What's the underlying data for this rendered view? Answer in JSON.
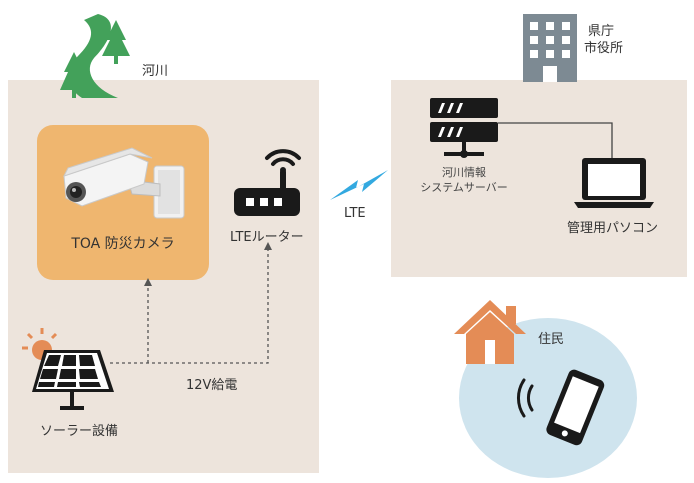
{
  "river_area": {
    "label": "河川",
    "camera_box_label": "TOA 防災カメラ",
    "router_label": "LTEルーター",
    "solar_label": "ソーラー設備",
    "power_label": "12V給電"
  },
  "office_area": {
    "building_label_line1": "県庁",
    "building_label_line2": "市役所",
    "server_label_line1": "河川情報",
    "server_label_line2": "システムサーバー",
    "pc_label": "管理用パソコン"
  },
  "link_label": "LTE",
  "resident_area": {
    "label": "住民"
  },
  "colors": {
    "panel_bg": "#ede4dc",
    "camera_box": "#efb66f",
    "river_green": "#43a15a",
    "icon_dark": "#1a1a1a",
    "lte_blue": "#33a9e0",
    "house_orange": "#e48c56",
    "resident_circle": "#cfe4ee",
    "building_gray": "#7d8a93"
  }
}
